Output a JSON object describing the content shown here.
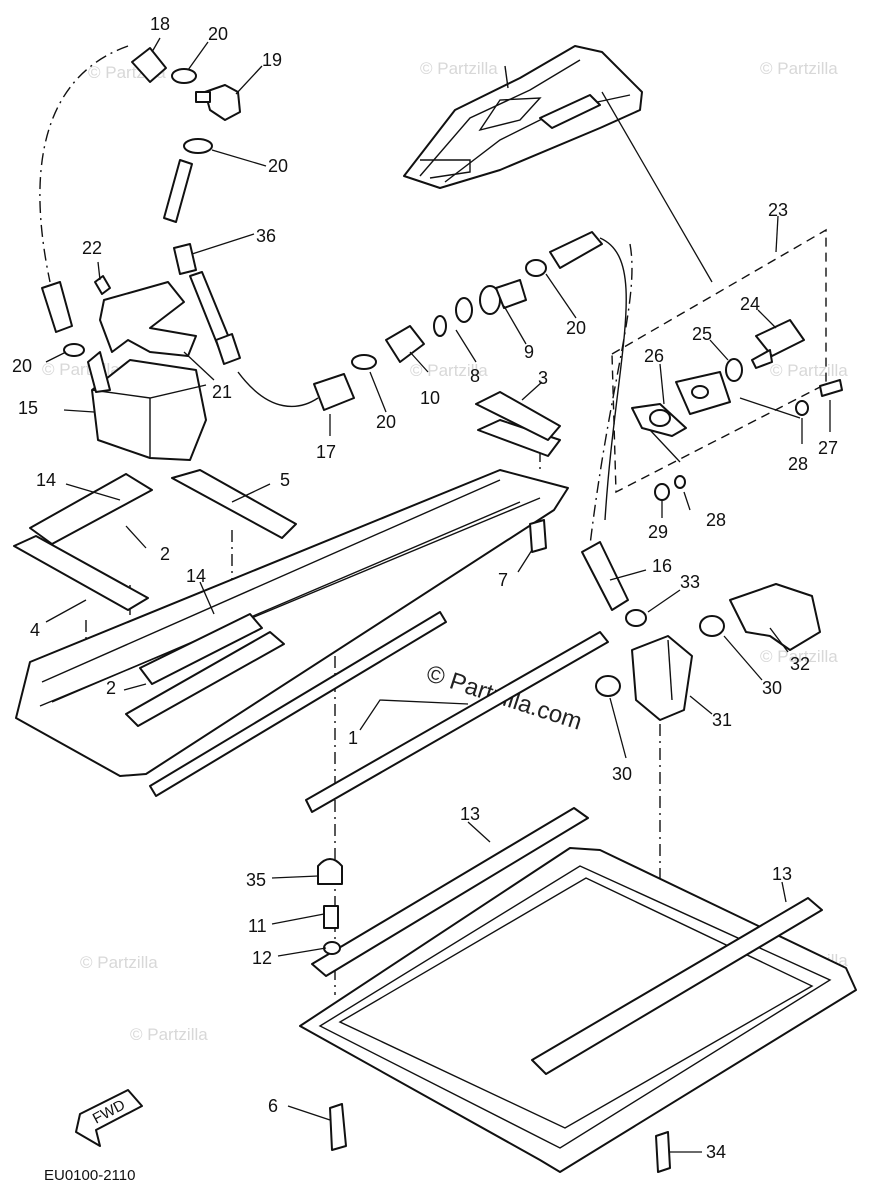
{
  "diagram": {
    "watermark": "© Partzilla",
    "watermark_center": "© Partzilla.com",
    "drawing_code": "EU0100-2110",
    "fwd_label": "FWD",
    "callouts": {
      "c1": "1",
      "c2a": "2",
      "c2b": "2",
      "c3": "3",
      "c4": "4",
      "c5": "5",
      "c6": "6",
      "c7": "7",
      "c8": "8",
      "c9": "9",
      "c10": "10",
      "c11": "11",
      "c12": "12",
      "c13a": "13",
      "c13b": "13",
      "c14a": "14",
      "c14b": "14",
      "c15": "15",
      "c16": "16",
      "c17": "17",
      "c18": "18",
      "c19": "19",
      "c20a": "20",
      "c20b": "20",
      "c20c": "20",
      "c20d": "20",
      "c20e": "20",
      "c21": "21",
      "c22": "22",
      "c23": "23",
      "c24": "24",
      "c25": "25",
      "c26": "26",
      "c27": "27",
      "c28a": "28",
      "c28b": "28",
      "c29": "29",
      "c30a": "30",
      "c30b": "30",
      "c31": "31",
      "c32": "32",
      "c33": "33",
      "c34": "34",
      "c35": "35",
      "c36": "36"
    }
  }
}
